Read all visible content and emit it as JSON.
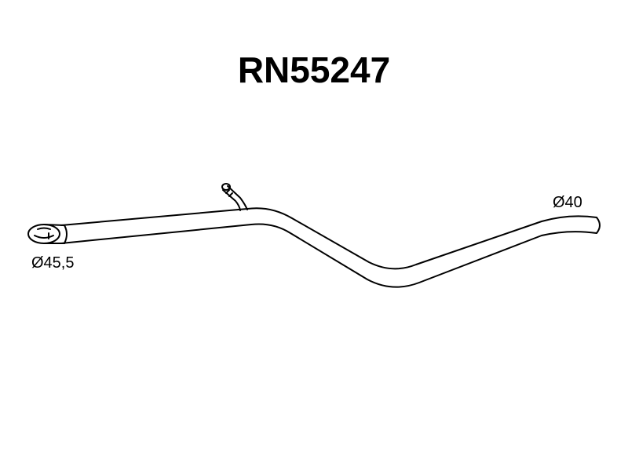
{
  "diagram": {
    "part_number": "RN55247",
    "dimensions": {
      "inlet_diameter": "Ø45,5",
      "outlet_diameter": "Ø40"
    },
    "colors": {
      "line": "#000000",
      "background": "#ffffff"
    }
  }
}
